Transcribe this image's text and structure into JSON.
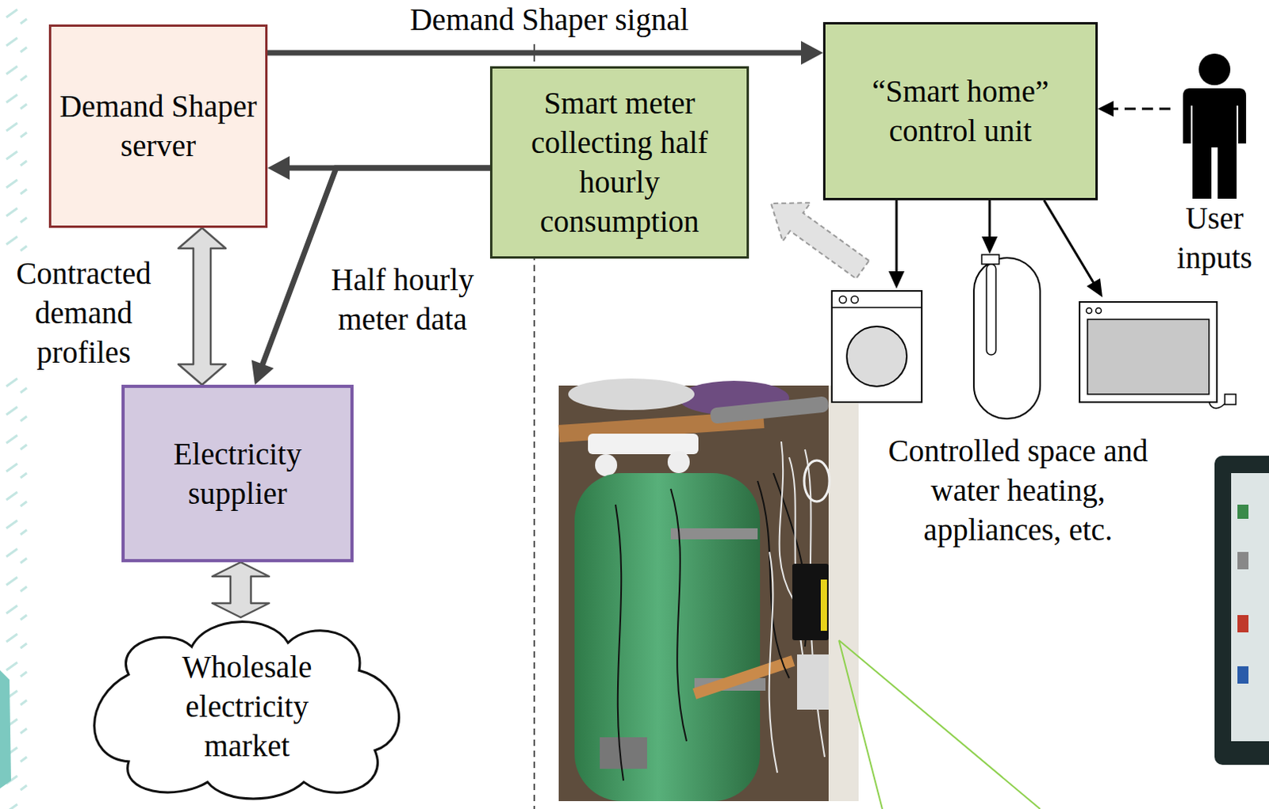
{
  "diagram": {
    "nodes": [
      {
        "text": [
          "Demand Shaper server"
        ]
      },
      {
        "text": [
          "Smart meter collecting half hourly consumption"
        ]
      },
      {
        "text": [
          "“Smart home” control unit"
        ]
      },
      {
        "text": [
          "User inputs"
        ]
      },
      {
        "text": [
          "Electricity supplier"
        ]
      },
      {
        "text": [
          "Wholesale electricity market"
        ]
      }
    ],
    "edges": [
      {
        "from": 0,
        "to": 2,
        "arrow": "to",
        "label": "Demand Shaper signal"
      },
      {
        "from": 1,
        "to": 0,
        "arrow": "to"
      },
      {
        "from": 1,
        "to": 4,
        "arrow": "to",
        "label": "Half hourly meter data"
      },
      {
        "from": 0,
        "to": 4,
        "arrow": "both",
        "label": "Contracted demand profiles"
      },
      {
        "from": 4,
        "to": 5,
        "arrow": "both"
      },
      {
        "from": 3,
        "to": 2,
        "arrow": "to"
      }
    ],
    "labels": [
      "Controlled space and water heating, appliances, etc."
    ]
  }
}
